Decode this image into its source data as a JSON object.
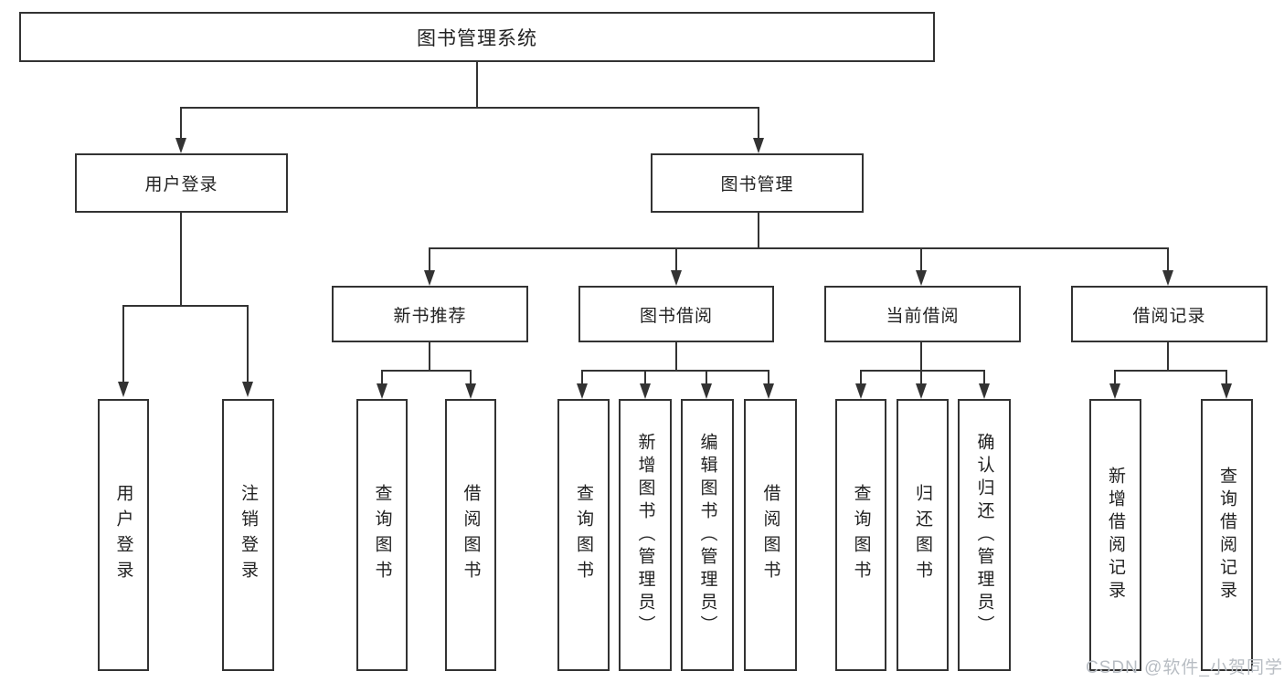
{
  "diagram": {
    "root": "图书管理系统",
    "level2": [
      {
        "label": "用户登录"
      },
      {
        "label": "图书管理"
      }
    ],
    "level3": [
      {
        "label": "新书推荐"
      },
      {
        "label": "图书借阅"
      },
      {
        "label": "当前借阅"
      },
      {
        "label": "借阅记录"
      }
    ],
    "leaves": {
      "user_login": [
        "用户登录",
        "注销登录"
      ],
      "new_books": [
        "查询图书",
        "借阅图书"
      ],
      "borrow": [
        "查询图书",
        "新增图书（管理员）",
        "编辑图书（管理员）",
        "借阅图书"
      ],
      "current": [
        "查询图书",
        "归还图书",
        "确认归还（管理员）"
      ],
      "records": [
        "新增借阅记录",
        "查询借阅记录"
      ]
    }
  },
  "watermark": "CSDN @软件_小贺同学",
  "colors": {
    "line": "#333333",
    "text": "#222222",
    "watermark": "#b8bdc3",
    "background": "#ffffff"
  }
}
